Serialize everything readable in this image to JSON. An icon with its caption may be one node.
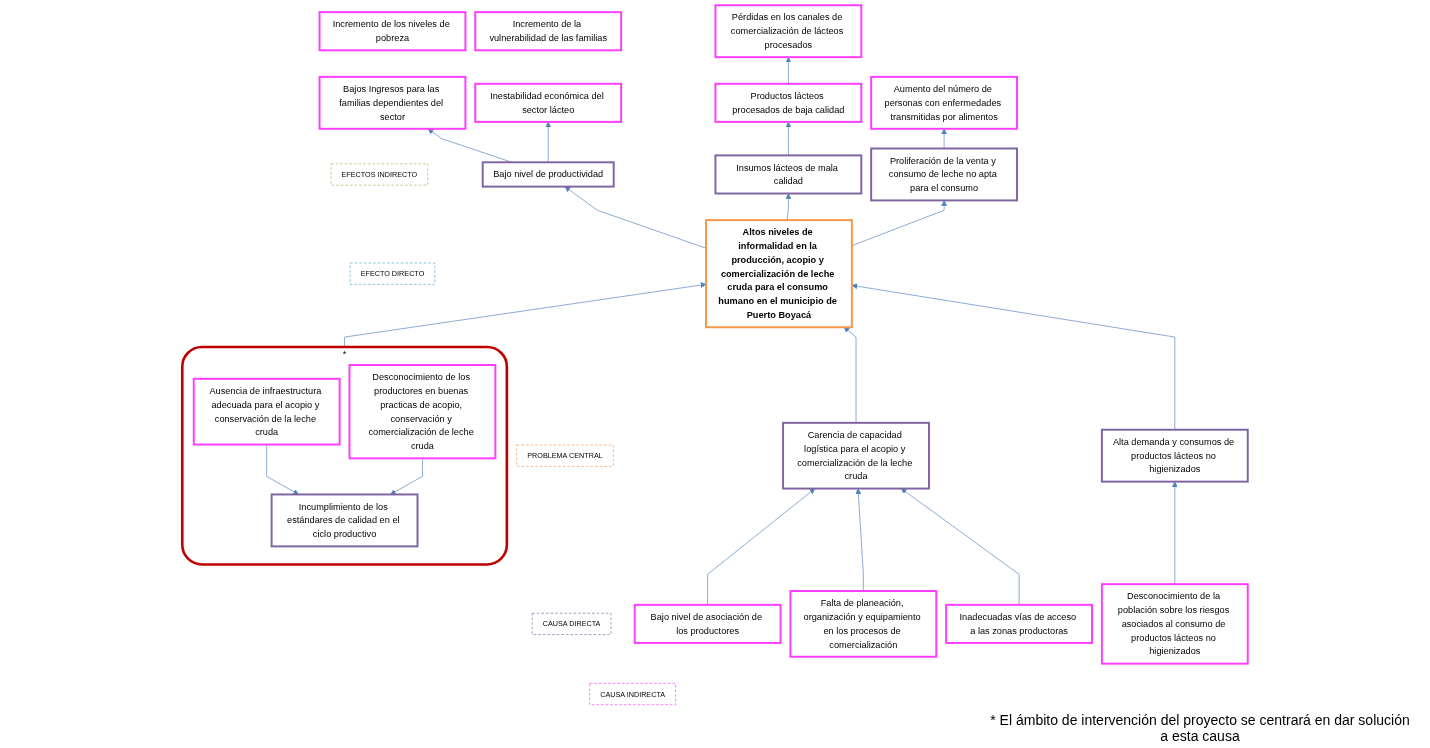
{
  "diagram": {
    "nodes": [
      {
        "text": [
          "EFECTOS INDIRECTO"
        ]
      },
      {
        "text": [
          "Incremento de los niveles de pobreza"
        ]
      },
      {
        "text": [
          "Incremento de la vulnerabilidad de las familias"
        ]
      },
      {
        "text": [
          "Pérdidas en los canales de comercialización de lácteos procesados"
        ]
      },
      {
        "text": [
          "Aumento del número de personas con enfermedades transmitidas por alimentos"
        ]
      },
      {
        "text": [
          "Bajos Ingresos para las familias dependientes del sector"
        ]
      },
      {
        "text": [
          "Inestabilidad económica del sector lácteo"
        ]
      },
      {
        "text": [
          "Productos lácteos procesados de baja calidad"
        ]
      },
      {
        "text": [
          "EFECTO DIRECTO"
        ]
      },
      {
        "text": [
          "Bajo nivel de productividad"
        ]
      },
      {
        "text": [
          "Insumos lácteos de mala calidad"
        ]
      },
      {
        "text": [
          "Proliferación de la venta y consumo de leche no apta para el consumo"
        ]
      },
      {
        "text": [
          "PROBLEMA CENTRAL"
        ]
      },
      {
        "text": [
          "Altos niveles de informalidad en la producción, acopio y comercialización de leche cruda para el consumo humano en el municipio de Puerto Boyacá"
        ]
      },
      {
        "text": [],
        "shape": "box",
        "beside": [
          "*"
        ]
      },
      {
        "text": [
          "Incumplimiento de los estándares de calidad en el ciclo productivo"
        ],
        "in": 14
      },
      {
        "text": [
          "Carencia de capacidad logística para el acopio y comercialización de la leche cruda"
        ]
      },
      {
        "text": [
          "Alta demanda y consumos de productos lácteos no higienizados"
        ]
      },
      {
        "text": [
          "CAUSA DIRECTA"
        ]
      },
      {
        "text": [
          "CAUSA INDIRECTA"
        ]
      },
      {
        "text": [
          "Ausencia de infraestructura adecuada para el acopio y conservación de la leche cruda"
        ],
        "in": 14
      },
      {
        "text": [
          "Desconocimiento de los productores en buenas practicas de acopio, conservación y comercialización de leche cruda"
        ],
        "in": 14
      },
      {
        "text": [
          "Bajo nivel de asociación de los productores"
        ]
      },
      {
        "text": [
          "Falta de planeación, organización y equipamiento en los procesos de comercialización"
        ]
      },
      {
        "text": [
          "Inadecuadas vías de acceso a las zonas productoras"
        ]
      },
      {
        "text": [
          "Desconocimiento de la población sobre los riesgos asociados al consumo de productos lácteos no higienizados"
        ]
      }
    ],
    "edges": [
      {
        "from": 9,
        "to": 5,
        "arrow": "to"
      },
      {
        "from": 9,
        "to": 6,
        "arrow": "to"
      },
      {
        "from": 7,
        "to": 3,
        "arrow": "to"
      },
      {
        "from": 10,
        "to": 7,
        "arrow": "to"
      },
      {
        "from": 11,
        "to": 4,
        "arrow": "to"
      },
      {
        "from": 13,
        "to": 9,
        "arrow": "to"
      },
      {
        "from": 13,
        "to": 10,
        "arrow": "to"
      },
      {
        "from": 13,
        "to": 11,
        "arrow": "to"
      },
      {
        "from": 14,
        "to": 13,
        "arrow": "to"
      },
      {
        "from": 16,
        "to": 13,
        "arrow": "to"
      },
      {
        "from": 17,
        "to": 13,
        "arrow": "to"
      },
      {
        "from": 20,
        "to": 15,
        "arrow": "to"
      },
      {
        "from": 21,
        "to": 15,
        "arrow": "to"
      },
      {
        "from": 22,
        "to": 16,
        "arrow": "to"
      },
      {
        "from": 23,
        "to": 16,
        "arrow": "to"
      },
      {
        "from": 24,
        "to": 16,
        "arrow": "to"
      },
      {
        "from": 25,
        "to": 17,
        "arrow": "to"
      }
    ],
    "labels": [
      "* El ámbito de intervención del proyecto se centrará en dar solución a esta causa"
    ]
  }
}
